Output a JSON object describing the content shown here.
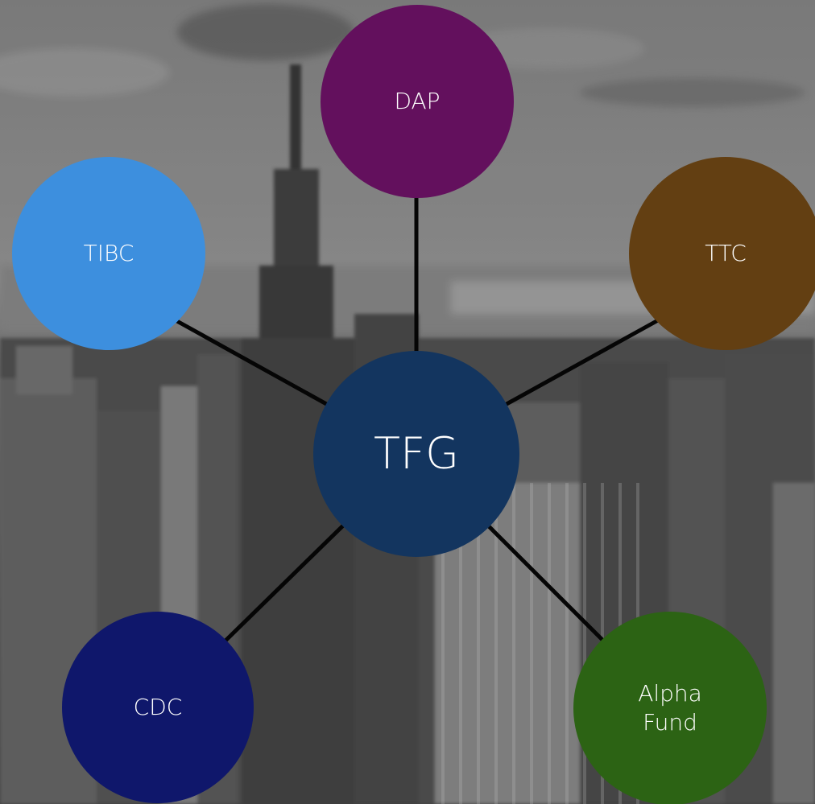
{
  "diagram": {
    "center": {
      "id": "tfg",
      "label": "TFG",
      "color": "#13355f"
    },
    "nodes": [
      {
        "id": "dap",
        "label": "DAP",
        "color": "#63105d"
      },
      {
        "id": "tibc",
        "label": "TIBC",
        "color": "#3d8fde"
      },
      {
        "id": "ttc",
        "label": "TTC",
        "color": "#633f12"
      },
      {
        "id": "cdc",
        "label": "CDC",
        "color": "#0f176b"
      },
      {
        "id": "alpha",
        "label": "Alpha\nFund",
        "color": "#2c6314"
      }
    ],
    "edges": [
      [
        "tfg",
        "dap"
      ],
      [
        "tfg",
        "tibc"
      ],
      [
        "tfg",
        "ttc"
      ],
      [
        "tfg",
        "cdc"
      ],
      [
        "tfg",
        "alpha"
      ]
    ],
    "line_color": "#050505",
    "background_style": "grayscale-city-skyline"
  }
}
